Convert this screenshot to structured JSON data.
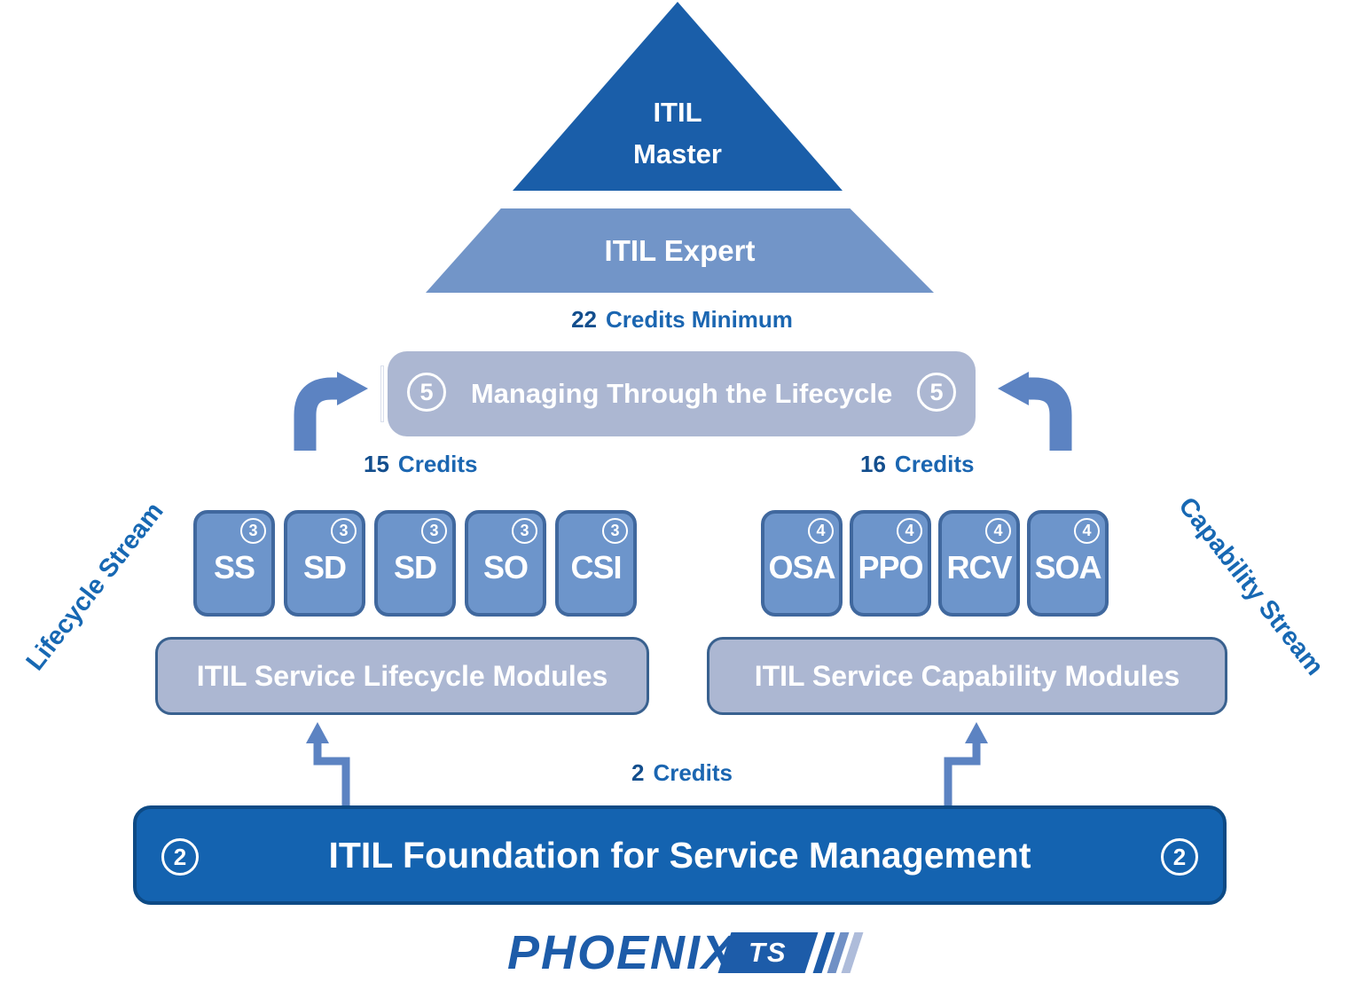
{
  "pyramid": {
    "master_line1": "ITIL",
    "master_line2": "Master",
    "expert_label": "ITIL Expert"
  },
  "credits": {
    "expert_min": {
      "number": "22",
      "label": "Credits Minimum"
    },
    "lifecycle": {
      "number": "15",
      "label": "Credits"
    },
    "capability": {
      "number": "16",
      "label": "Credits"
    },
    "foundation": {
      "number": "2",
      "label": "Credits"
    }
  },
  "managing": {
    "label": "Managing Through the Lifecycle",
    "left_badge": "5",
    "right_badge": "5"
  },
  "lifecycle_stream": {
    "stream_label": "Lifecycle Stream",
    "modules": [
      {
        "code": "SS",
        "badge": "3"
      },
      {
        "code": "SD",
        "badge": "3"
      },
      {
        "code": "SD",
        "badge": "3"
      },
      {
        "code": "SO",
        "badge": "3"
      },
      {
        "code": "CSI",
        "badge": "3"
      }
    ],
    "bar_label": "ITIL Service Lifecycle Modules"
  },
  "capability_stream": {
    "stream_label": "Capability Stream",
    "modules": [
      {
        "code": "OSA",
        "badge": "4"
      },
      {
        "code": "PPO",
        "badge": "4"
      },
      {
        "code": "RCV",
        "badge": "4"
      },
      {
        "code": "SOA",
        "badge": "4"
      }
    ],
    "bar_label": "ITIL Service Capability Modules"
  },
  "foundation": {
    "label": "ITIL Foundation for Service Management",
    "left_badge": "2",
    "right_badge": "2"
  },
  "logo": {
    "wordmark": "PHOENIX",
    "ts": "TS"
  },
  "colors": {
    "pyramid_dark_blue": "#1A5EA9",
    "expert_blue": "#7295C8",
    "pale_box_blue": "#ACB7D2",
    "module_fill": "#6D95CB",
    "module_border": "#40689E",
    "bar_border": "#39618F",
    "foundation_fill": "#1463B0",
    "foundation_border": "#0D4A85",
    "arrow_blue": "#5C83C2",
    "credits_text_blue": "#1B66B1",
    "stream_label_blue": "#1768B3",
    "logo_blue": "#1D5CA9"
  }
}
